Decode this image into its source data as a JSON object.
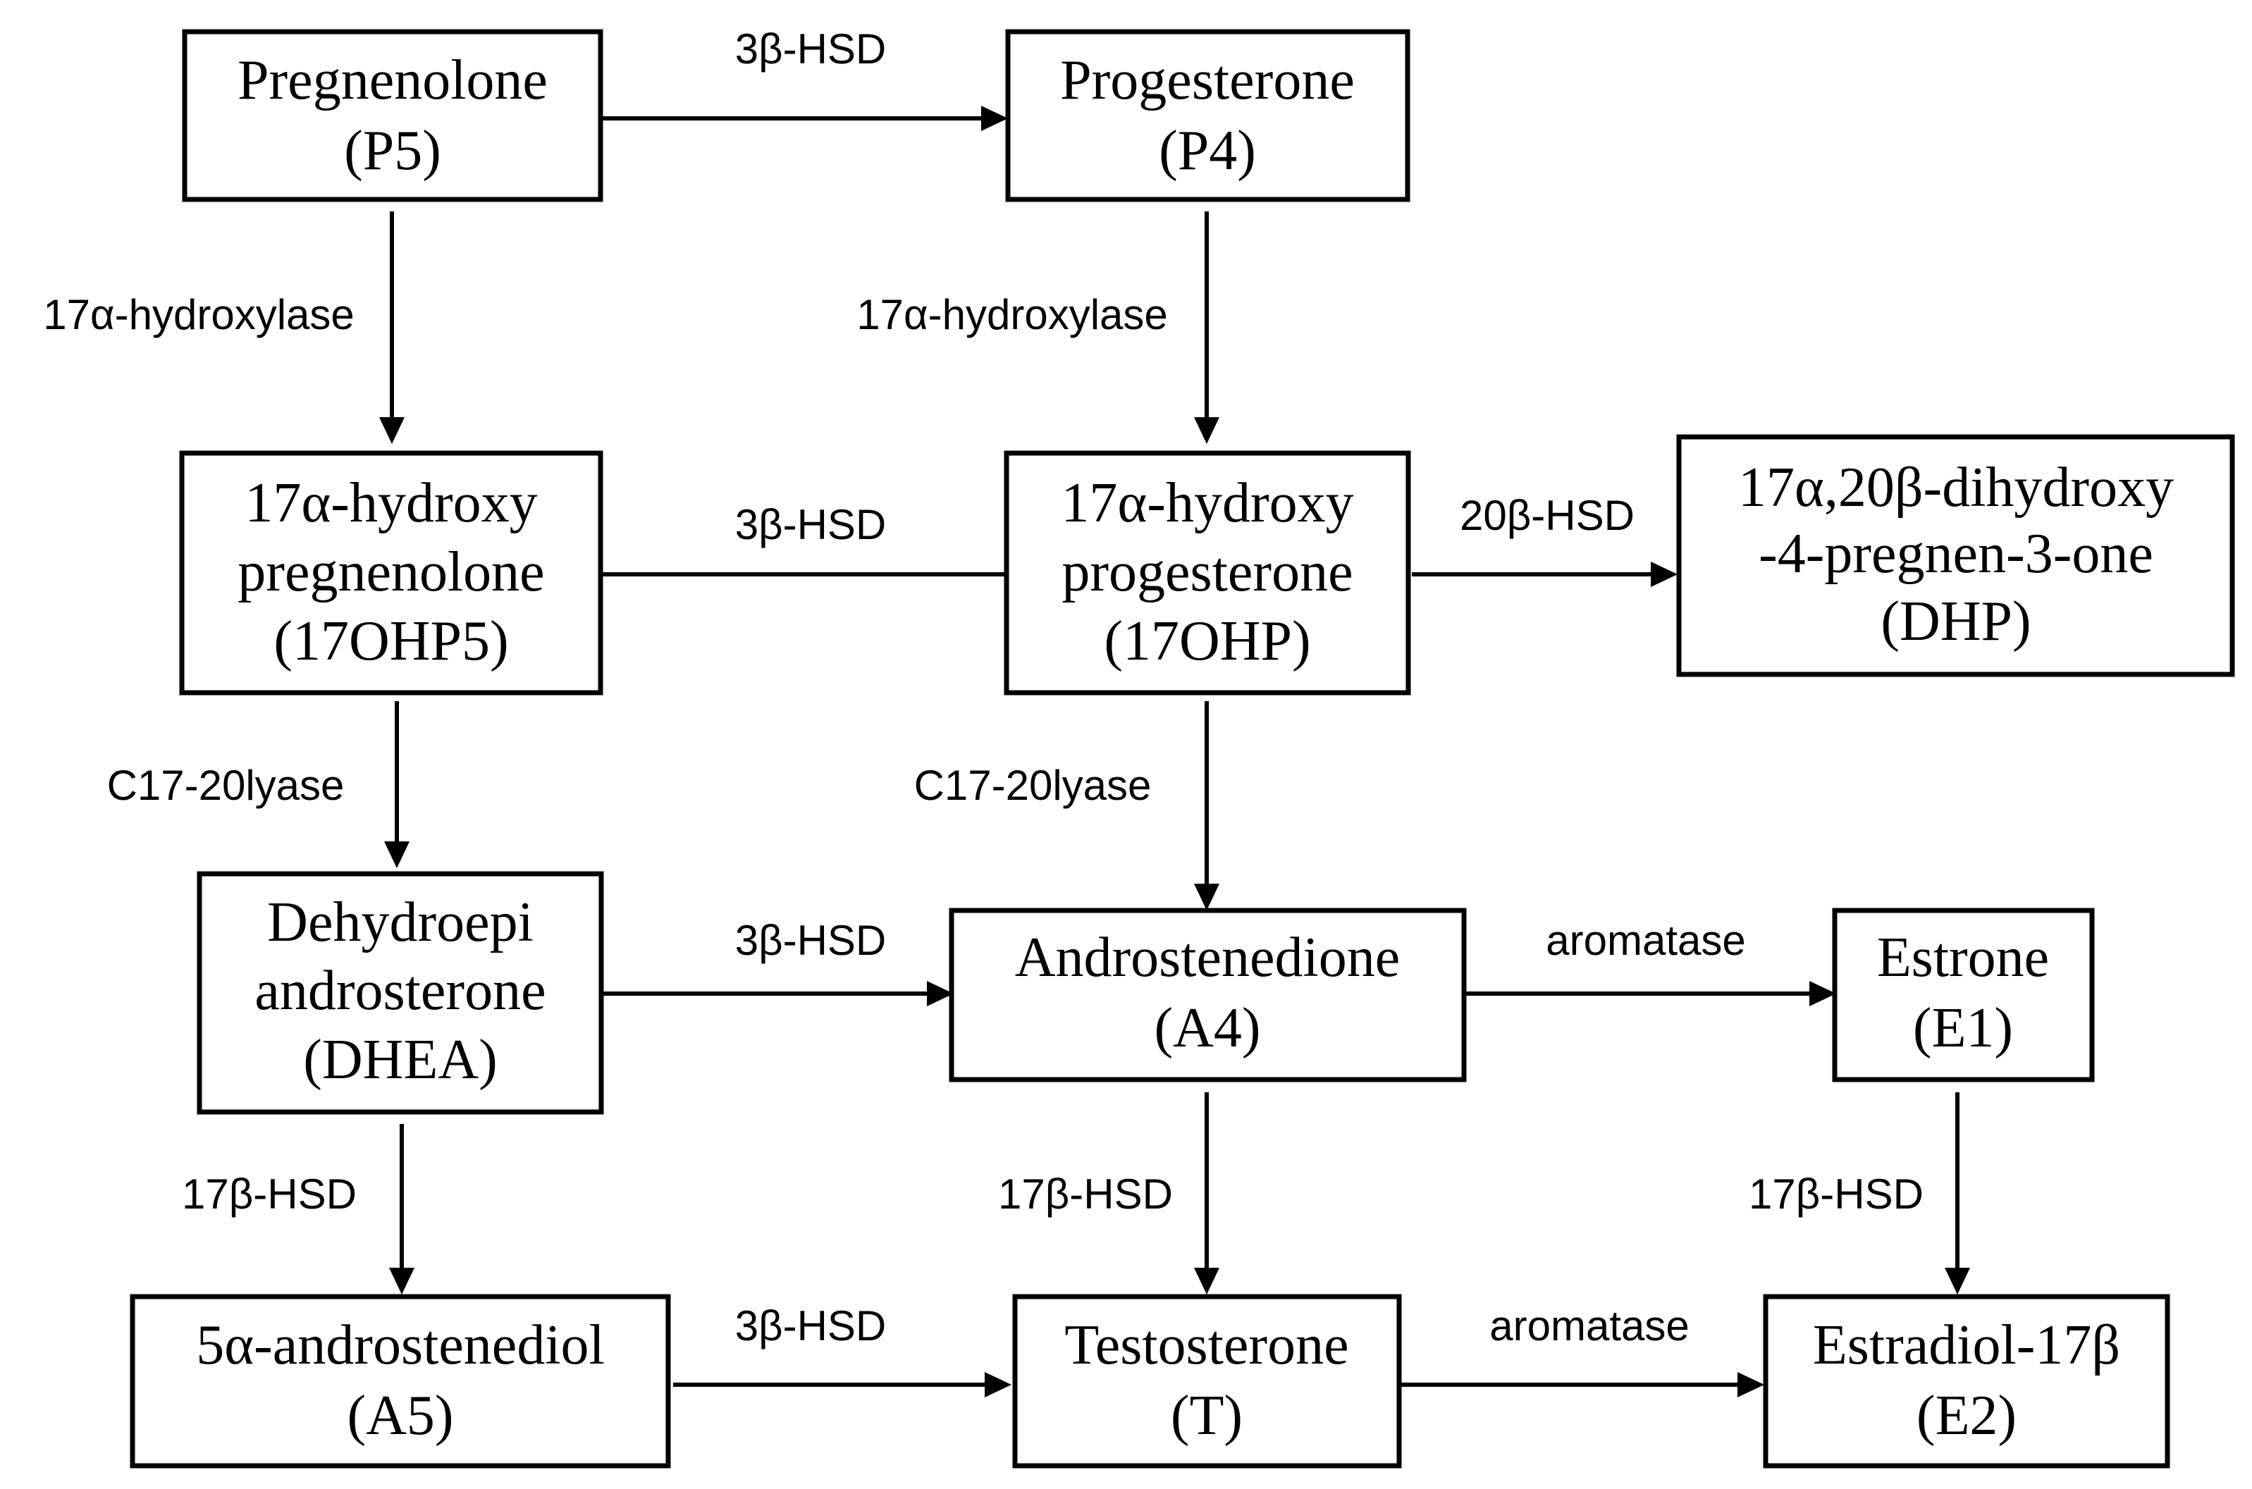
{
  "nodes": {
    "pregnenolone": {
      "lines": [
        "Pregnenolone",
        "(P5)"
      ]
    },
    "progesterone": {
      "lines": [
        "Progesterone",
        "(P4)"
      ]
    },
    "hydroxypregnenolone": {
      "lines": [
        "17α-hydroxy",
        "pregnenolone",
        "(17OHP5)"
      ]
    },
    "hydroxyprogesterone": {
      "lines": [
        "17α-hydroxy",
        "progesterone",
        "(17OHP)"
      ]
    },
    "dhp": {
      "lines": [
        "17α,20β-dihydroxy",
        "-4-pregnen-3-one",
        "(DHP)"
      ]
    },
    "dhea": {
      "lines": [
        "Dehydroepi",
        "androsterone",
        "(DHEA)"
      ]
    },
    "androstenedione": {
      "lines": [
        "Androstenedione",
        "(A4)"
      ]
    },
    "estrone": {
      "lines": [
        "Estrone",
        "(E1)"
      ]
    },
    "androstenediol": {
      "lines": [
        "5α-androstenediol",
        "(A5)"
      ]
    },
    "testosterone": {
      "lines": [
        "Testosterone",
        "(T)"
      ]
    },
    "estradiol": {
      "lines": [
        "Estradiol-17β",
        "(E2)"
      ]
    }
  },
  "edges": {
    "p5_p4": {
      "label": "3β-HSD"
    },
    "p5_17ohp5": {
      "label": "17α-hydroxylase"
    },
    "p4_17ohp": {
      "label": "17α-hydroxylase"
    },
    "17ohp5_17ohp": {
      "label": "3β-HSD"
    },
    "17ohp_dhp": {
      "label": "20β-HSD"
    },
    "17ohp5_dhea": {
      "label": "C17-20lyase"
    },
    "17ohp_a4": {
      "label": "C17-20lyase"
    },
    "dhea_a4": {
      "label": "3β-HSD"
    },
    "a4_e1": {
      "label": "aromatase"
    },
    "dhea_a5": {
      "label": "17β-HSD"
    },
    "a4_t": {
      "label": "17β-HSD"
    },
    "e1_e2": {
      "label": "17β-HSD"
    },
    "a5_t": {
      "label": "3β-HSD"
    },
    "t_e2": {
      "label": "aromatase"
    }
  }
}
